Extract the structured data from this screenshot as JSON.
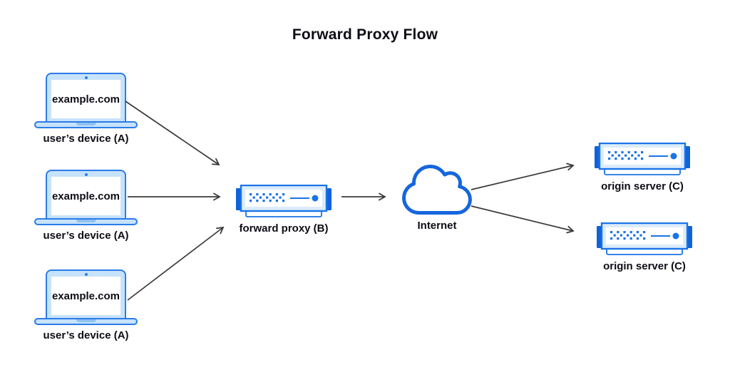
{
  "title": "Forward Proxy Flow",
  "colors": {
    "diagram_blue": "#1a73e8",
    "device_fill_light_blue": "#c7e3fa",
    "server_tab_blue": "#0f62da",
    "arrow_gray": "#3a3a3a"
  },
  "nodes": {
    "user_devices": [
      {
        "screen_text": "example.com",
        "label": "user’s device (A)"
      },
      {
        "screen_text": "example.com",
        "label": "user’s device (A)"
      },
      {
        "screen_text": "example.com",
        "label": "user’s device (A)"
      }
    ],
    "forward_proxy": {
      "label": "forward proxy (B)"
    },
    "internet": {
      "label": "Internet"
    },
    "origin_servers": [
      {
        "label": "origin server (C)"
      },
      {
        "label": "origin server (C)"
      }
    ]
  }
}
